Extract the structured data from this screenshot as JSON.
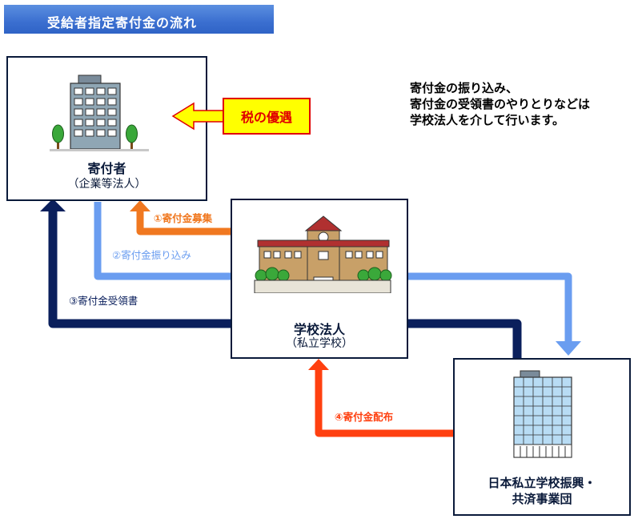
{
  "title": "受給者指定寄付金の流れ",
  "tax_label": "税の優遇",
  "note_lines": [
    "寄付金の振り込み、",
    "寄付金の受領書のやりとりなどは",
    "学校法人を介して行います。"
  ],
  "donor": {
    "name": "寄付者",
    "sub": "（企業等法人）"
  },
  "school": {
    "name": "学校法人",
    "sub": "（私立学校）"
  },
  "foundation": {
    "name_line1": "日本私立学校振興・",
    "name_line2": "共済事業団"
  },
  "flows": {
    "f1": "①寄付金募集",
    "f2": "②寄付金振り込み",
    "f3": "③寄付金受領書",
    "f4": "④寄付金配布"
  },
  "colors": {
    "banner": "#3b6fd0",
    "orange": "#f07820",
    "light_blue": "#6a9df0",
    "navy": "#0a1f5c",
    "red_orange": "#ff4010",
    "tax_fill": "#ffff00",
    "tax_text": "#e00000"
  }
}
